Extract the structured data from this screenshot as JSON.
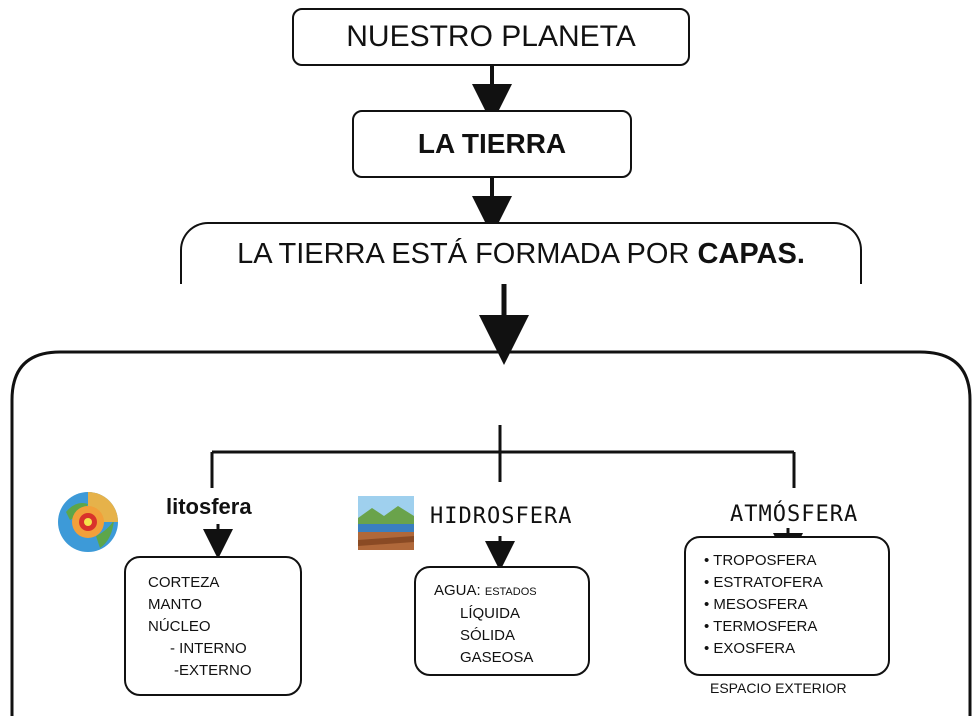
{
  "title_box": {
    "text": "NUESTRO PLANETA"
  },
  "tierra_box": {
    "text": "LA TIERRA"
  },
  "capas_box": {
    "prefix": "LA TIERRA ESTÁ FORMADA POR ",
    "bold": "CAPAS."
  },
  "columns": [
    {
      "heading": "litosfera",
      "icon": "earth-layers-icon",
      "items": [
        "CORTEZA",
        "MANTO",
        "NÚCLEO",
        "- INTERNO",
        "-EXTERNO"
      ]
    },
    {
      "heading": "HIDROSFERA",
      "icon": "landscape-water-icon",
      "items_head": "AGUA:",
      "items_head_small": "ESTADOS",
      "items": [
        "LÍQUIDA",
        "SÓLIDA",
        "GASEOSA"
      ]
    },
    {
      "heading": "ATMÓSFERA",
      "items": [
        "TROPOSFERA",
        "ESTRATOFERA",
        "MESOSFERA",
        "TERMOSFERA",
        "EXOSFERA"
      ],
      "footer": "ESPACIO EXTERIOR"
    }
  ]
}
